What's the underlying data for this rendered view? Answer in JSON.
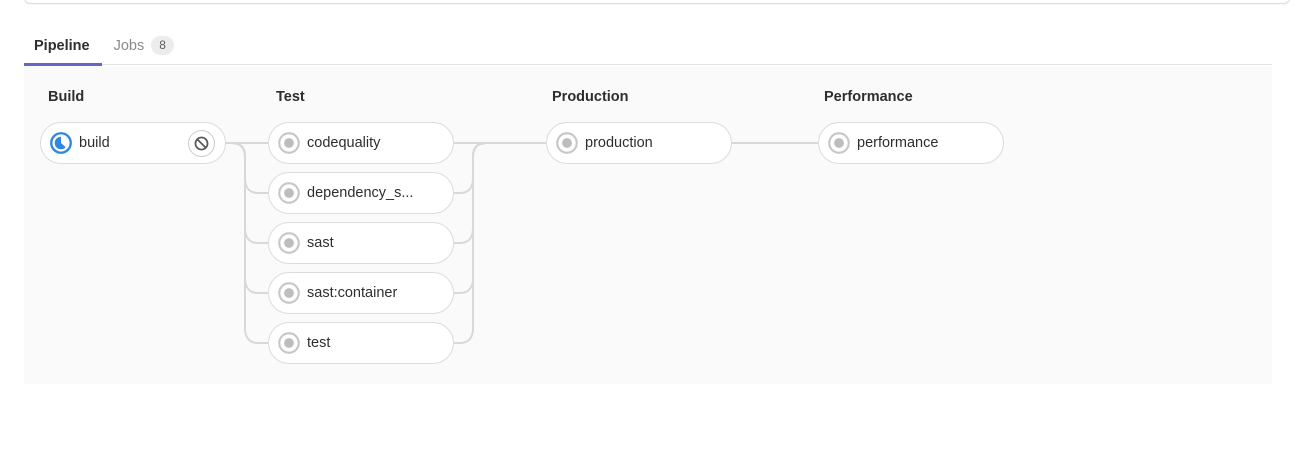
{
  "tabs": {
    "pipeline": {
      "label": "Pipeline",
      "active": true
    },
    "jobs": {
      "label": "Jobs",
      "badge": "8",
      "active": false
    },
    "active_underline_color": "#6666c4"
  },
  "pipeline": {
    "stages": [
      {
        "name": "Build",
        "jobs": [
          {
            "name": "build",
            "status": "running",
            "action": "cancel"
          }
        ]
      },
      {
        "name": "Test",
        "jobs": [
          {
            "name": "codequality",
            "status": "created"
          },
          {
            "name": "dependency_s...",
            "status": "created"
          },
          {
            "name": "sast",
            "status": "created"
          },
          {
            "name": "sast:container",
            "status": "created"
          },
          {
            "name": "test",
            "status": "created"
          }
        ]
      },
      {
        "name": "Production",
        "jobs": [
          {
            "name": "production",
            "status": "created"
          }
        ]
      },
      {
        "name": "Performance",
        "jobs": [
          {
            "name": "performance",
            "status": "created"
          }
        ]
      }
    ],
    "colors": {
      "running_icon": "#2e87e0",
      "created_icon": "#bdbdbd",
      "connector": "#d8d8d8",
      "graph_background": "#fafafa",
      "pill_border": "#dcdcdc"
    }
  }
}
